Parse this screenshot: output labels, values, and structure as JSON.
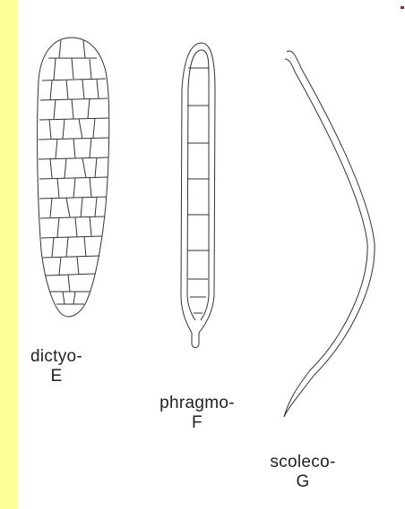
{
  "colors": {
    "background": "#ffffcc",
    "left_strip": "#ffff99",
    "panel": "#ffffff",
    "ink": "#333333",
    "corner_mark": "#b91c1c"
  },
  "spores": [
    {
      "name": "dictyo-",
      "letter": "E"
    },
    {
      "name": "phragmo-",
      "letter": "F"
    },
    {
      "name": "scoleco-",
      "letter": "G"
    }
  ]
}
